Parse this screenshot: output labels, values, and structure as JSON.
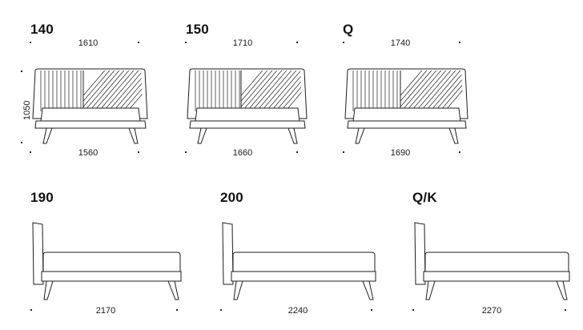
{
  "page": {
    "background_color": "#ffffff",
    "line_color": "#1d1d1d",
    "text_color": "#1a1a1a",
    "drawing_type": "technical dimension drawing of bed frames"
  },
  "rows": {
    "top": {
      "description": "front elevation of headboard beds",
      "height_label": "1050",
      "figures": [
        {
          "heading": "140",
          "top_dimension": "1610",
          "bottom_dimension": "1560"
        },
        {
          "heading": "150",
          "top_dimension": "1710",
          "bottom_dimension": "1660"
        },
        {
          "heading": "Q",
          "top_dimension": "1740",
          "bottom_dimension": "1690"
        }
      ]
    },
    "bottom": {
      "description": "side elevation of beds",
      "figures": [
        {
          "heading": "190",
          "bottom_dimension": "2170"
        },
        {
          "heading": "200",
          "bottom_dimension": "2240"
        },
        {
          "heading": "Q/K",
          "bottom_dimension": "2270"
        }
      ]
    }
  }
}
